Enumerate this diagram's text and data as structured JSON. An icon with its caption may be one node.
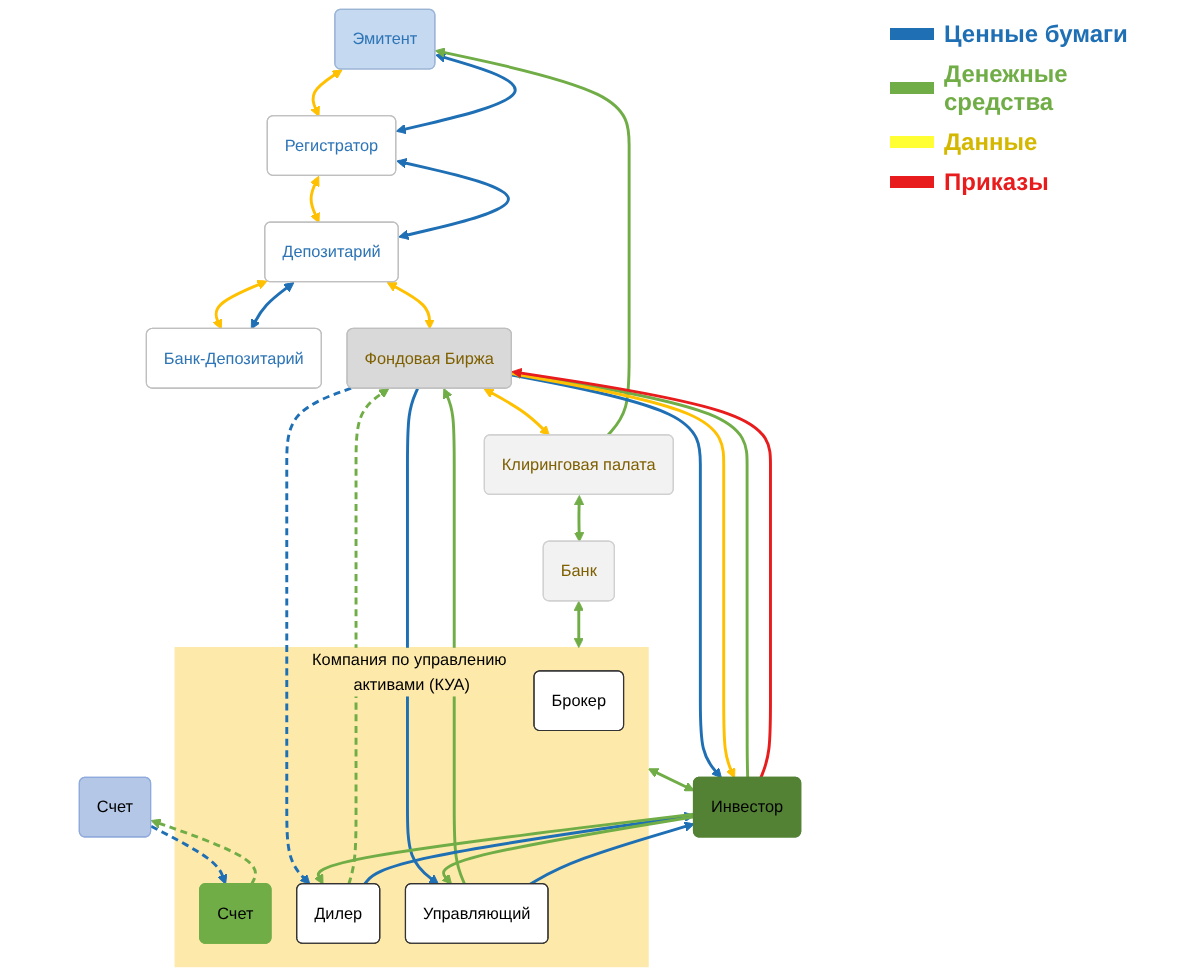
{
  "diagram": {
    "nodes": [
      {
        "text": [
          "Эмитент"
        ]
      },
      {
        "text": [
          "Регистратор"
        ]
      },
      {
        "text": [
          "Депозитарий"
        ]
      },
      {
        "text": [
          "Банк-Депозитарий"
        ]
      },
      {
        "text": [
          "Счет"
        ]
      },
      {
        "text": [
          "Фондовая Биржа"
        ]
      },
      {
        "text": [
          "Клиринговая палата"
        ]
      },
      {
        "text": [
          "Банк"
        ]
      },
      {
        "text": [
          "Компания по управлению активами (КУА)"
        ]
      },
      {
        "text": [
          "Брокер"
        ],
        "in": 8
      },
      {
        "text": [
          "Счет"
        ],
        "in": 8
      },
      {
        "text": [
          "Дилер"
        ],
        "in": 8
      },
      {
        "text": [
          "Управляющий"
        ],
        "in": 8
      },
      {
        "text": [
          "Инвестор"
        ]
      }
    ],
    "edges": [
      {
        "from": 0,
        "to": 1,
        "arrow": "both",
        "color": "#ffc000"
      },
      {
        "from": 0,
        "to": 1,
        "arrow": "both",
        "color": "#1f6fb5"
      },
      {
        "from": 1,
        "to": 2,
        "arrow": "both",
        "color": "#ffc000"
      },
      {
        "from": 1,
        "to": 2,
        "arrow": "both",
        "color": "#1f6fb5"
      },
      {
        "from": 2,
        "to": 3,
        "arrow": "both",
        "color": "#ffc000"
      },
      {
        "from": 2,
        "to": 3,
        "arrow": "both",
        "color": "#1f6fb5"
      },
      {
        "from": 2,
        "to": 5,
        "arrow": "both",
        "color": "#ffc000"
      },
      {
        "from": 6,
        "to": 0,
        "arrow": "to",
        "color": "#70ad47"
      },
      {
        "from": 5,
        "to": 6,
        "arrow": "both",
        "color": "#ffc000"
      },
      {
        "from": 6,
        "to": 7,
        "arrow": "both",
        "color": "#70ad47"
      },
      {
        "from": 7,
        "to": 8,
        "arrow": "both",
        "color": "#70ad47"
      },
      {
        "from": 4,
        "to": 10,
        "arrow": "to",
        "style": "dashed",
        "color": "#1f6fb5"
      },
      {
        "from": 10,
        "to": 4,
        "arrow": "to",
        "style": "dashed",
        "color": "#70ad47"
      },
      {
        "from": 5,
        "to": 13,
        "arrow": "to",
        "color": "#1f6fb5"
      },
      {
        "from": 13,
        "to": 5,
        "arrow": "to",
        "color": "#70ad47"
      },
      {
        "from": 5,
        "to": 13,
        "arrow": "to",
        "color": "#ffc000"
      },
      {
        "from": 13,
        "to": 5,
        "arrow": "to",
        "color": "#e81c1c"
      },
      {
        "from": 5,
        "to": 11,
        "arrow": "to",
        "style": "dashed",
        "color": "#1f6fb5"
      },
      {
        "from": 11,
        "to": 5,
        "arrow": "to",
        "style": "dashed",
        "color": "#70ad47"
      },
      {
        "from": 5,
        "to": 12,
        "arrow": "to",
        "color": "#1f6fb5"
      },
      {
        "from": 12,
        "to": 5,
        "arrow": "to",
        "color": "#70ad47"
      },
      {
        "from": 11,
        "to": 13,
        "arrow": "to",
        "color": "#1f6fb5"
      },
      {
        "from": 13,
        "to": 11,
        "arrow": "to",
        "color": "#70ad47"
      },
      {
        "from": 12,
        "to": 13,
        "arrow": "to",
        "color": "#1f6fb5"
      },
      {
        "from": 13,
        "to": 12,
        "arrow": "to",
        "color": "#70ad47"
      },
      {
        "from": 8,
        "to": 13,
        "arrow": "both",
        "color": "#70ad47"
      }
    ],
    "legend": [
      {
        "text": "Ценные бумаги",
        "color": "#1f6fb5"
      },
      {
        "text": "Денежные средства",
        "color": "#70ad47"
      },
      {
        "text": "Данные",
        "color": "#ffff33"
      },
      {
        "text": "Приказы",
        "color": "#e81c1c"
      }
    ]
  }
}
